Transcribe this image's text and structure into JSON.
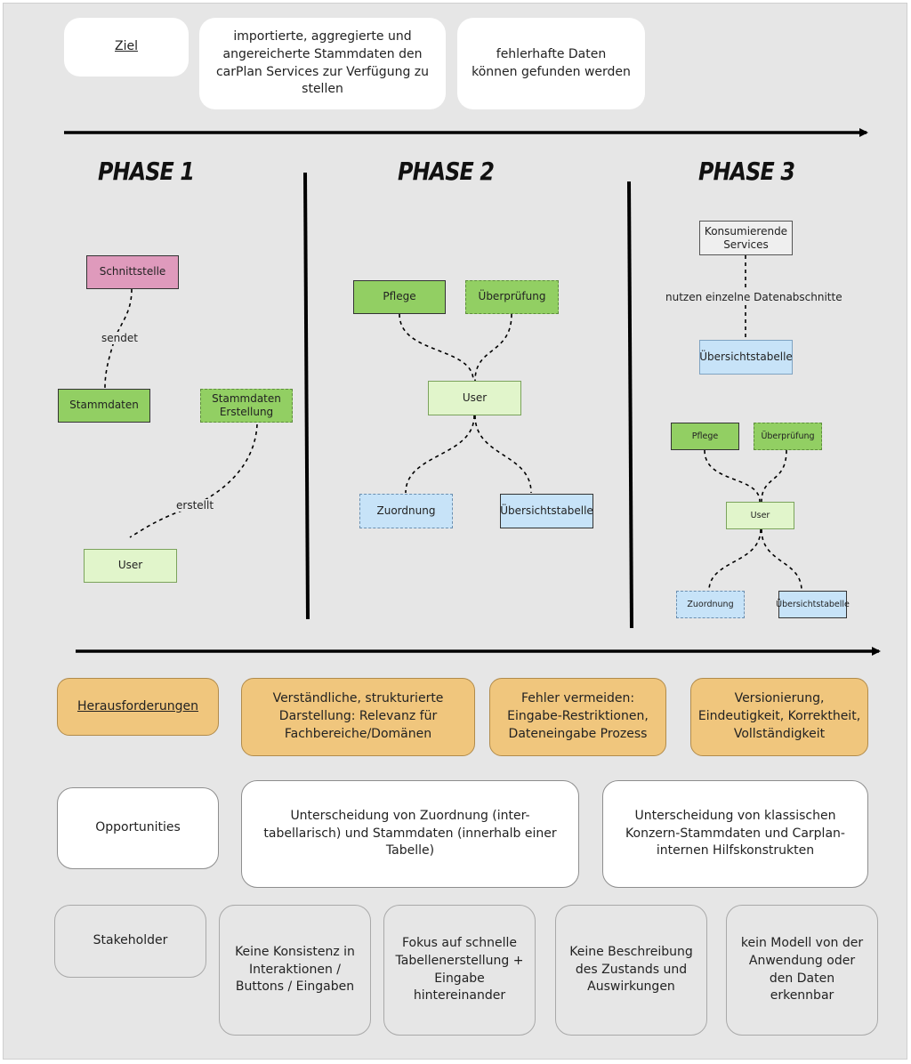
{
  "top": {
    "goal_label": "Ziel",
    "goal_1": "importierte, aggregierte und angereicherte Stammdaten den carPlan Services zur Verfügung zu stellen",
    "goal_2": "fehlerhafte Daten können gefunden werden"
  },
  "phases": {
    "p1": {
      "title": "PHASE 1",
      "schnittstelle": "Schnittstelle",
      "sendet": "sendet",
      "stammdaten": "Stammdaten",
      "stammdaten_erstellung": "Stammdaten Erstellung",
      "erstellt": "erstellt",
      "user": "User"
    },
    "p2": {
      "title": "PHASE 2",
      "pflege": "Pflege",
      "ueberpruefung": "Überprüfung",
      "user": "User",
      "zuordnung": "Zuordnung",
      "uebersichtstabelle": "Übersichtstabelle"
    },
    "p3": {
      "title": "PHASE 3",
      "konsumierende": "Konsumierende Services",
      "nutzen": "nutzen einzelne Datenabschnitte",
      "uebersichtstabelle_top": "Übersichtstabelle",
      "pflege": "Pflege",
      "ueberpruefung": "Überprüfung",
      "user": "User",
      "zuordnung": "Zuordnung",
      "uebersichtstabelle": "Übersichtstabelle"
    }
  },
  "challenges": {
    "label": "Herausforderungen",
    "c1": "Verständliche, strukturierte Darstellung: Relevanz für Fachbereiche/Domänen",
    "c2": "Fehler vermeiden: Eingabe-Restriktionen, Dateneingabe Prozess",
    "c3": "Versionierung, Eindeutigkeit, Korrektheit, Vollständigkeit"
  },
  "opportunities": {
    "label": "Opportunities",
    "o1": "Unterscheidung von Zuordnung (inter-tabellarisch) und Stammdaten (innerhalb einer Tabelle)",
    "o2": "Unterscheidung von klassischen Konzern-Stammdaten und Carplan-internen Hilfskonstrukten"
  },
  "stakeholder": {
    "label": "Stakeholder",
    "s1": "Keine Konsistenz in Interaktionen / Buttons / Eingaben",
    "s2": "Fokus auf schnelle Tabellenerstellung + Eingabe hintereinander",
    "s3": "Keine Beschreibung des Zustands und Auswirkungen",
    "s4": "kein Modell von der Anwendung oder den Daten erkennbar"
  },
  "colors": {
    "board": "#e6e6e6",
    "pink": "#df9abc",
    "green": "#92cf63",
    "light_green": "#e1f5cb",
    "light_blue": "#c7e3f8",
    "orange": "#f0c67d"
  }
}
